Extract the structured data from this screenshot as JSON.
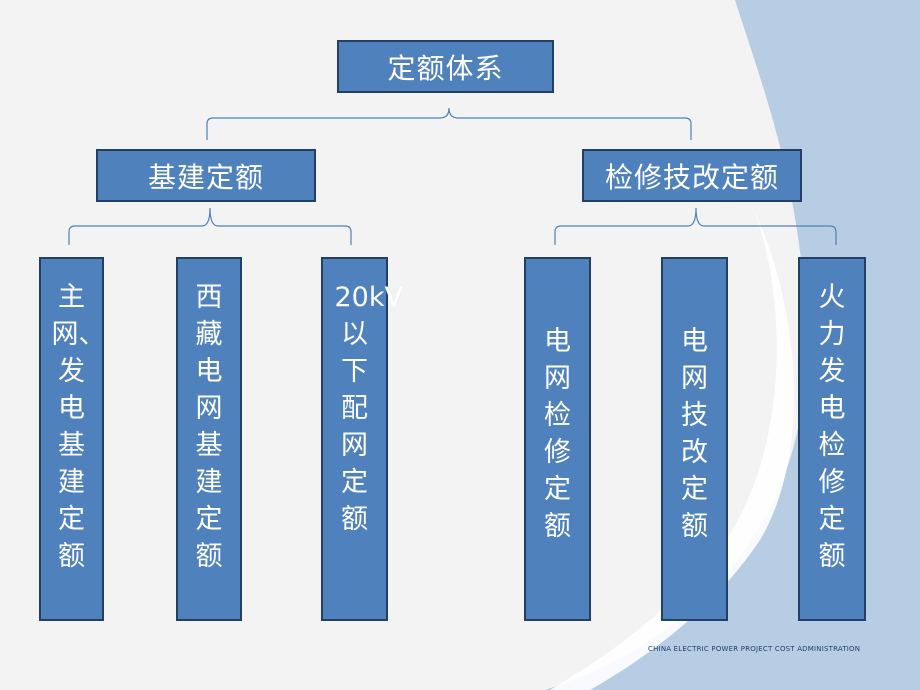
{
  "diagram": {
    "root": "定额体系",
    "branches": [
      {
        "label": "基建定额",
        "children": [
          "主网、发电基建定额",
          "西藏电网基建定额",
          "20kV以下配网定额"
        ]
      },
      {
        "label": "检修技改定额",
        "children": [
          "电网检修定额",
          "电网技改定额",
          "火力发电检修定额"
        ]
      }
    ]
  },
  "footer": "CHINA ELECTRIC POWER PROJECT COST ADMINISTRATION",
  "colors": {
    "box_fill": "#4f81bd",
    "box_border": "#233f66",
    "connector": "#4f81bd",
    "background": "#f3f3f3",
    "decor_light": "#b7cde3",
    "decor_white": "#ffffff"
  }
}
